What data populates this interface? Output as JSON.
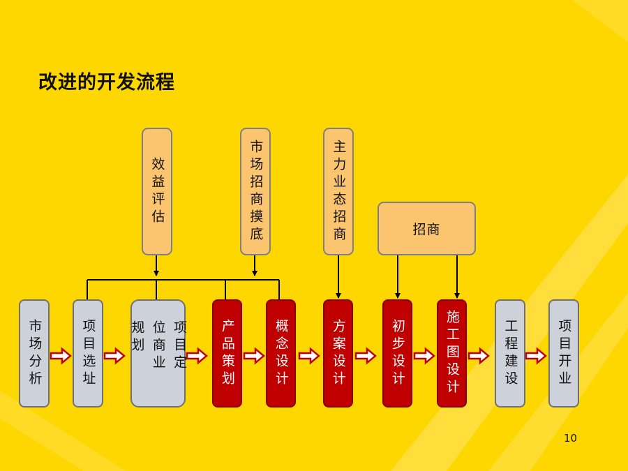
{
  "title": "改进的开发流程",
  "page_number": "10",
  "process_steps": [
    {
      "text": "市场分析",
      "style": "gray"
    },
    {
      "text": "项目选址",
      "style": "gray"
    },
    {
      "text": "项目定位商业规划",
      "style": "gray"
    },
    {
      "text": "产品策划",
      "style": "red"
    },
    {
      "text": "概念设计",
      "style": "red"
    },
    {
      "text": "方案设计",
      "style": "red"
    },
    {
      "text": "初步设计",
      "style": "red"
    },
    {
      "text": "施工图设计",
      "style": "red"
    },
    {
      "text": "工程建设",
      "style": "gray"
    },
    {
      "text": "项目开业",
      "style": "gray"
    }
  ],
  "inputs": [
    {
      "text": "效益评估",
      "feeds": [
        "项目选址",
        "项目定位商业规划"
      ]
    },
    {
      "text": "市场招商摸底",
      "feeds": [
        "产品策划",
        "概念设计"
      ]
    },
    {
      "text": "主力业态招商",
      "feeds": [
        "方案设计"
      ]
    },
    {
      "text": "招商",
      "feeds": [
        "初步设计",
        "施工图设计"
      ]
    }
  ],
  "colors": {
    "background": "#FFD700",
    "process_gray": "#CDD2DA",
    "process_red": "#C00000",
    "input_orange": "#FBC46E",
    "arrow_red": "#C00000"
  }
}
